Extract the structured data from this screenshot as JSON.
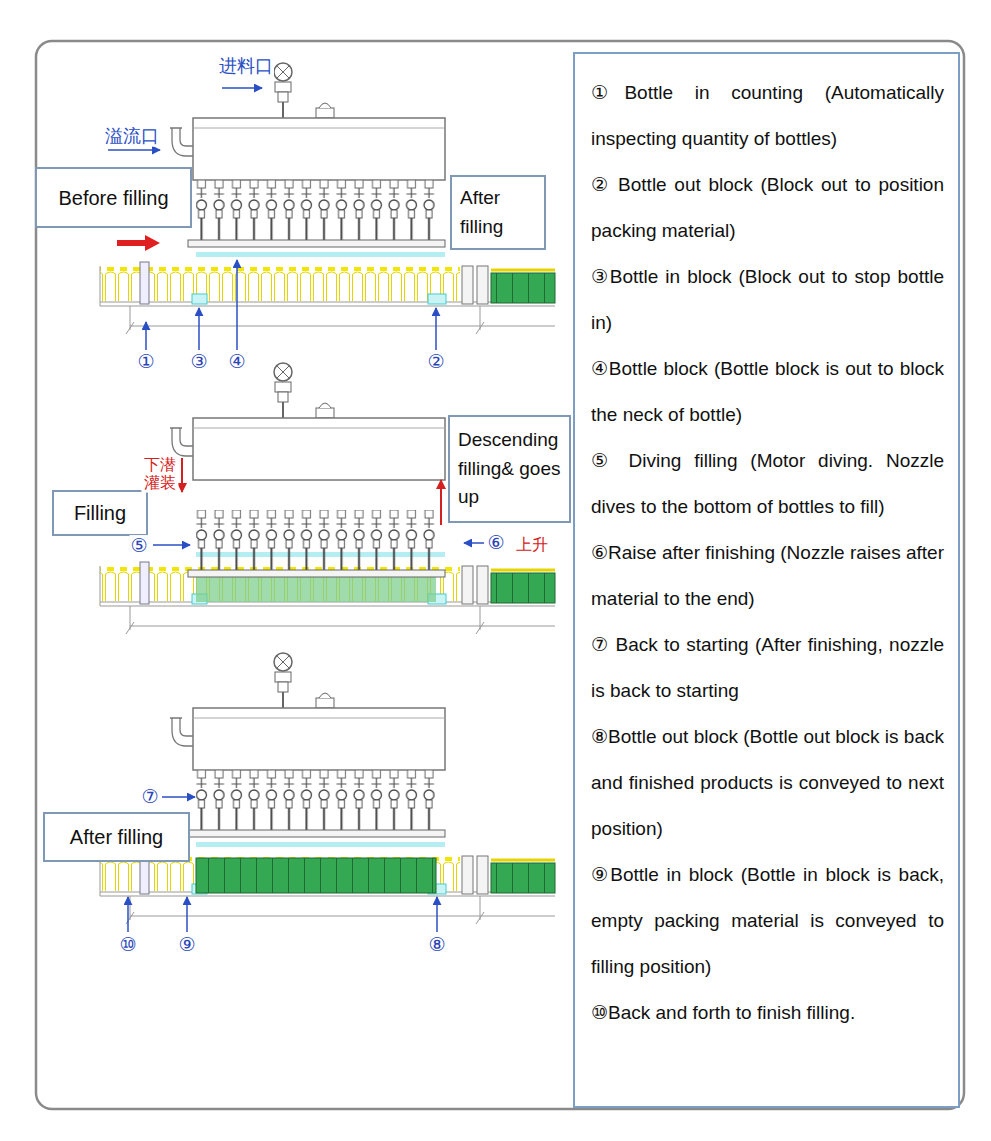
{
  "diagram": {
    "nodes": [
      {
        "text": [
          "Before filling"
        ]
      },
      {
        "text": [
          "After filling"
        ]
      },
      {
        "text": [
          "Filling"
        ]
      },
      {
        "text": [
          "Descending filling& goes up"
        ]
      },
      {
        "text": [
          "After filling"
        ]
      },
      {
        "text": [
          "①Bottle in counting (Automatically inspecting quantity of bottles)",
          "② Bottle out block (Block out to position packing material)",
          "③Bottle in block (Block out to stop bottle in)",
          "④Bottle block (Bottle block is out to block the neck of bottle)",
          "⑤ Diving filling (Motor diving. Nozzle dives to the bottom of bottles to fill)",
          "⑥Raise after finishing (Nozzle raises after material to the end)",
          "⑦ Back to starting (After finishing, nozzle is back to starting",
          "⑧Bottle out block (Bottle out block is back and finished products is conveyed to next position)",
          "⑨Bottle in block (Bottle in block is back, empty packing material is conveyed to filling position)",
          "⑩Back and forth to finish filling."
        ]
      }
    ],
    "labels": [
      "进料口",
      "溢流口",
      "①",
      "③",
      "④",
      "②",
      "下潜 灌装",
      "⑤",
      "上升",
      "⑥",
      "⑦",
      "⑩",
      "⑨",
      "⑧"
    ]
  }
}
